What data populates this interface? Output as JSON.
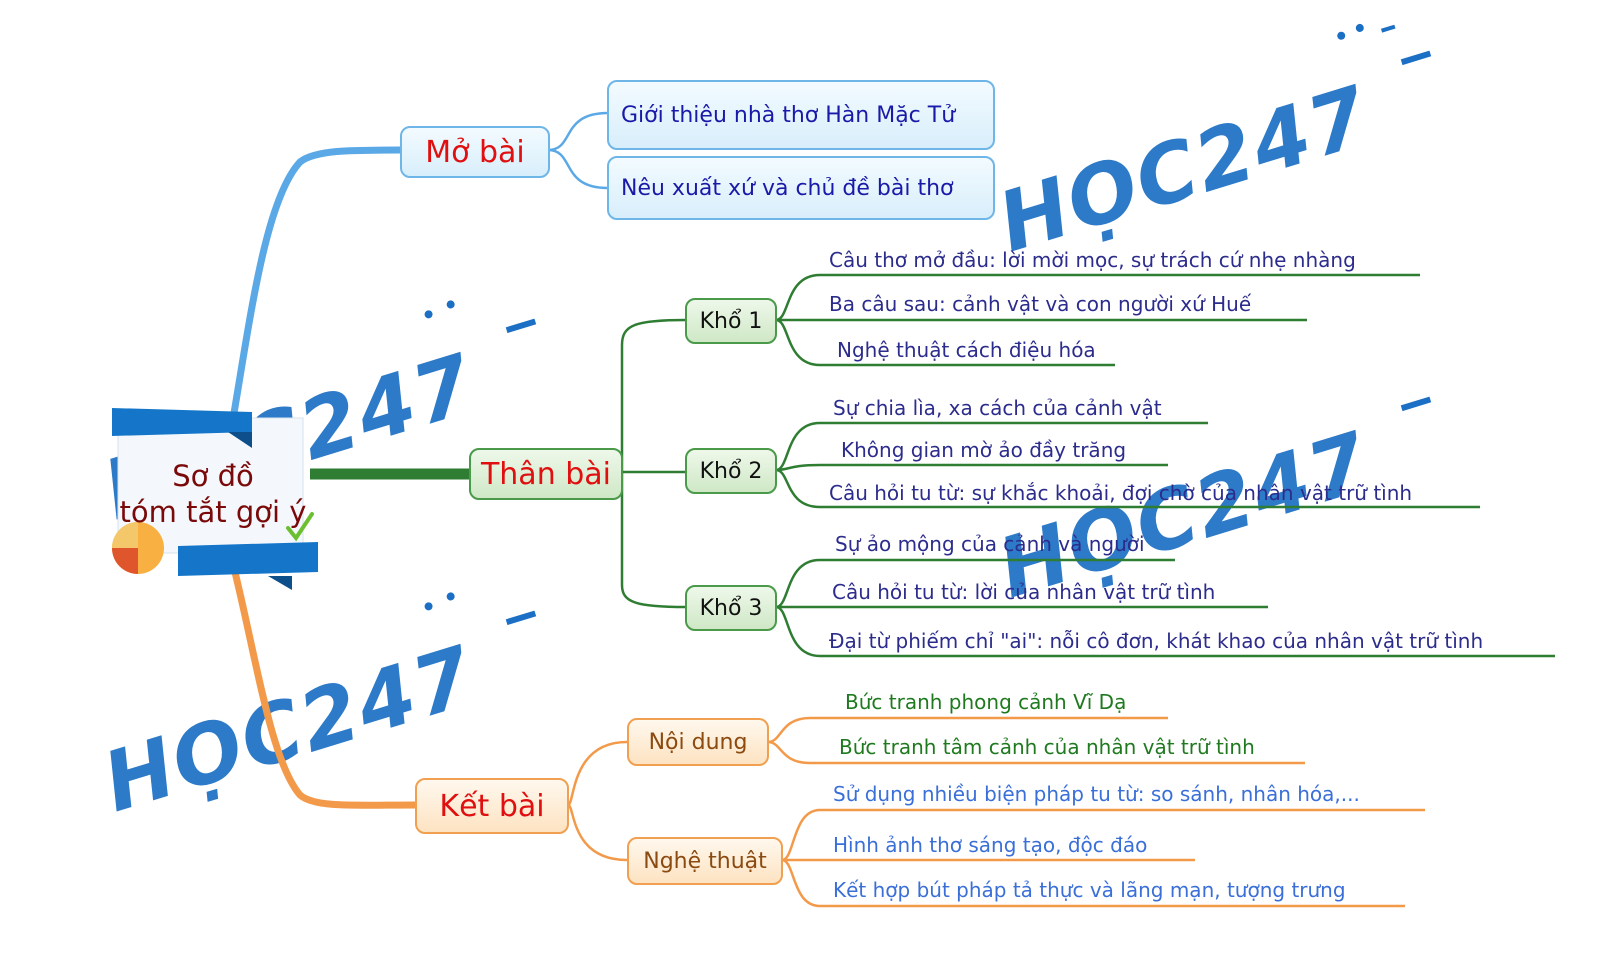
{
  "center": {
    "line1": "Sơ đồ",
    "line2": "tóm tắt gợi ý"
  },
  "watermark": "HỌC247",
  "mo_bai": {
    "label": "Mở bài",
    "items": [
      "Giới thiệu nhà thơ Hàn Mặc Tử",
      "Nêu xuất xứ và chủ đề bài thơ"
    ]
  },
  "than_bai": {
    "label": "Thân bài",
    "kho": [
      {
        "label": "Khổ 1",
        "items": [
          "Câu thơ mở đầu: lời mời mọc, sự trách cứ nhẹ nhàng",
          "Ba câu sau: cảnh vật và con người xứ Huế",
          "Nghệ thuật cách điệu hóa"
        ]
      },
      {
        "label": "Khổ 2",
        "items": [
          "Sự chia lìa, xa cách của cảnh vật",
          "Không gian mờ ảo đầy trăng",
          "Câu hỏi tu từ: sự khắc khoải, đợi chờ của nhân vật trữ tình"
        ]
      },
      {
        "label": "Khổ 3",
        "items": [
          "Sự ảo mộng của cảnh và người",
          "Câu hỏi tu từ: lời của nhân vật trữ tình",
          "Đại từ phiếm chỉ \"ai\": nỗi cô đơn, khát khao của nhân vật trữ tình"
        ]
      }
    ]
  },
  "ket_bai": {
    "label": "Kết bài",
    "noi_dung": {
      "label": "Nội dung",
      "items": [
        "Bức tranh phong cảnh Vĩ Dạ",
        "Bức tranh tâm cảnh của nhân vật trữ tình"
      ]
    },
    "nghe_thuat": {
      "label": "Nghệ thuật",
      "items": [
        "Sử dụng nhiều biện pháp tu từ: so sánh, nhân hóa,...",
        "Hình ảnh thơ sáng tạo, độc đáo",
        "Kết hợp bút pháp tả thực và lãng mạn, tượng trưng"
      ]
    }
  },
  "colors": {
    "mo_bai": "#5aa9e6",
    "than_bai": "#2e7d32",
    "ket_bai": "#f39a4a",
    "watermark": "#1b6fc4",
    "title_red": "#e01010"
  }
}
